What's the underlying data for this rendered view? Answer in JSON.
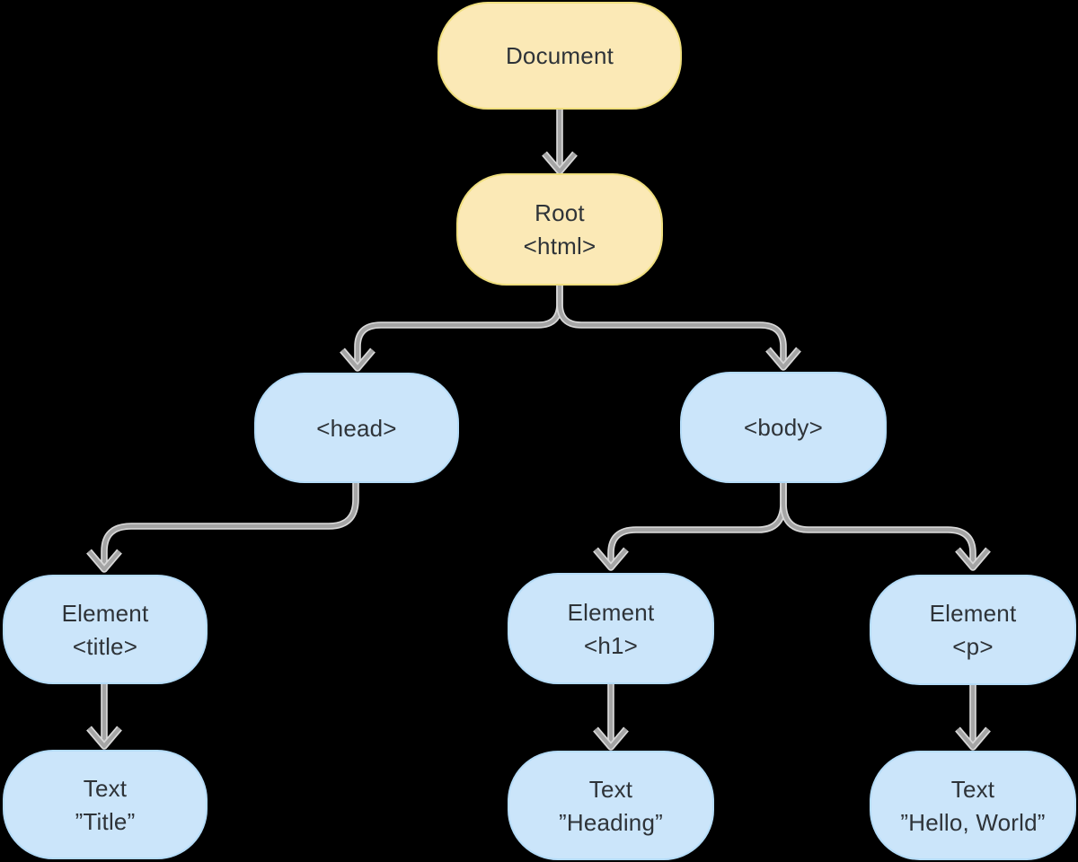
{
  "diagram": {
    "kind": "dom-tree",
    "background": "#000000",
    "colors": {
      "node_yellow_fill": "#FBE9B6",
      "node_yellow_border": "#F0DF7E",
      "node_blue_fill": "#CBE5FA",
      "node_blue_border": "#B5DCF8",
      "arrow_core": "#A5A5A5",
      "arrow_halo": "#D9D9D9",
      "label_text": "#2E3338"
    },
    "nodes": [
      {
        "id": "document",
        "lines": [
          "Document"
        ]
      },
      {
        "id": "root",
        "lines": [
          "Root",
          "<html>"
        ]
      },
      {
        "id": "head",
        "lines": [
          "<head>"
        ]
      },
      {
        "id": "body",
        "lines": [
          "<body>"
        ]
      },
      {
        "id": "el-title",
        "lines": [
          "Element",
          "<title>"
        ]
      },
      {
        "id": "el-h1",
        "lines": [
          "Element",
          "<h1>"
        ]
      },
      {
        "id": "el-p",
        "lines": [
          "Element",
          "<p>"
        ]
      },
      {
        "id": "text-title",
        "lines": [
          "Text",
          "”Title”"
        ]
      },
      {
        "id": "text-heading",
        "lines": [
          "Text",
          "”Heading”"
        ]
      },
      {
        "id": "text-hello",
        "lines": [
          "Text",
          "”Hello, World”"
        ]
      }
    ],
    "edges": [
      {
        "from": "document",
        "to": "root"
      },
      {
        "from": "root",
        "to": "head"
      },
      {
        "from": "root",
        "to": "body"
      },
      {
        "from": "head",
        "to": "el-title"
      },
      {
        "from": "body",
        "to": "el-h1"
      },
      {
        "from": "body",
        "to": "el-p"
      },
      {
        "from": "el-title",
        "to": "text-title"
      },
      {
        "from": "el-h1",
        "to": "text-heading"
      },
      {
        "from": "el-p",
        "to": "text-hello"
      }
    ]
  }
}
